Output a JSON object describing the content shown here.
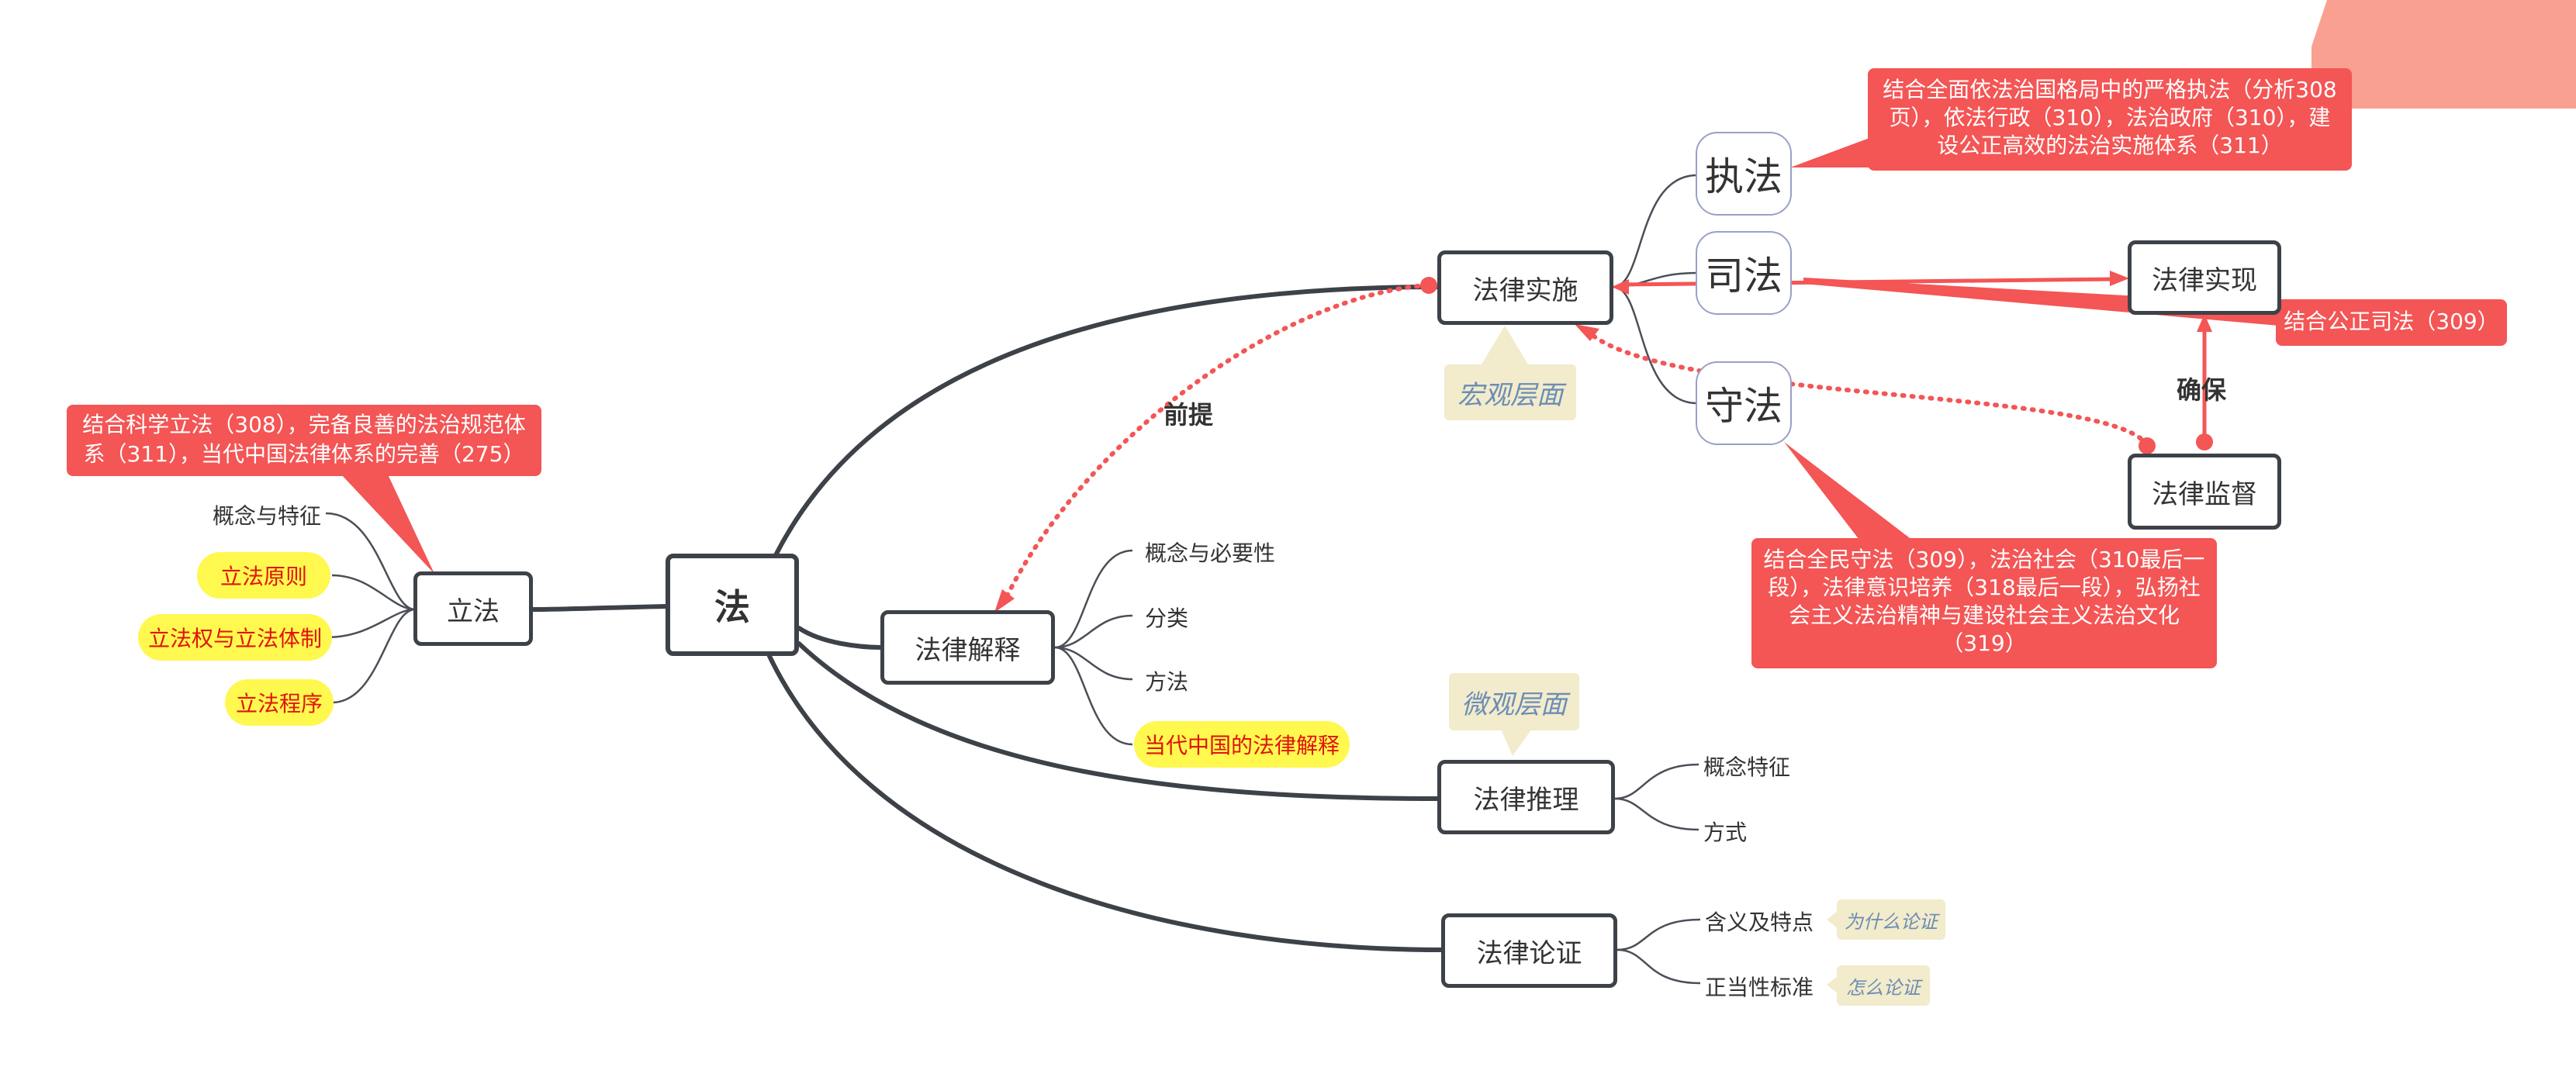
{
  "root": "法",
  "lifa": {
    "label": "立法",
    "items": [
      "概念与特征",
      "立法原则",
      "立法权与立法体制",
      "立法程序"
    ],
    "note": "结合科学立法（308），完备良善的法治规范体系（311），当代中国法律体系的完善（275）"
  },
  "jieshi": {
    "label": "法律解释",
    "items": [
      "概念与必要性",
      "分类",
      "方法",
      "当代中国的法律解释"
    ]
  },
  "shishi": {
    "label": "法律实施",
    "tag": "宏观层面",
    "zhifa": "执法",
    "sifa": "司法",
    "shoufa": "守法",
    "zhifa_note": "结合全面依法治国格局中的严格执法（分析308页），依法行政（310），法治政府（310），建设公正高效的法治实施体系（311）",
    "sifa_note": "结合公正司法（309）",
    "shoufa_note": "结合全民守法（309），法治社会（310最后一段），法律意识培养（318最后一段），弘扬社会主义法治精神与建设社会主义法治文化（319）"
  },
  "shixian": {
    "label": "法律实现"
  },
  "jiandu": {
    "label": "法律监督"
  },
  "queba": "确保",
  "qianti": "前提",
  "tuili": {
    "label": "法律推理",
    "tag": "微观层面",
    "items": [
      "概念特征",
      "方式"
    ]
  },
  "lunzheng": {
    "label": "法律论证",
    "items": [
      "含义及特点",
      "正当性标准"
    ],
    "tags": [
      "为什么论证",
      "怎么论证"
    ]
  },
  "colors": {
    "node_border": "#3d4249",
    "note_red": "#f45555",
    "highlight": "#fff84e",
    "highlight_text": "#e0140e",
    "tag_bg": "#f2ebcc",
    "tag_text": "#6b8db4",
    "corner": "#f9a090"
  }
}
